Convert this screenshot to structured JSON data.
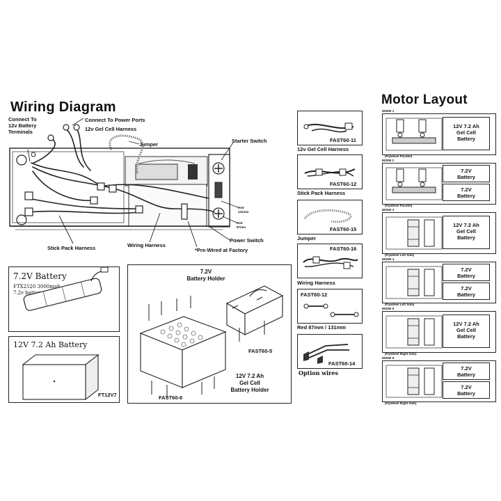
{
  "wiring": {
    "title": "Wiring Diagram",
    "labels": {
      "connect_battery": "Connect To\n12v Battery\nTerminals",
      "connect_power": "Connect To Power Ports",
      "gel_harness": "12v Gel Cell Harness",
      "jumper": "Jumper",
      "starter_switch": "Starter Switch",
      "red131": "Red\n131mm",
      "red87": "Red\n87mm",
      "power_switch": "Power Switch",
      "stick_pack": "Stick Pack Harness",
      "wiring_harness": "Wiring Harness",
      "prewired": "*Pre-Wired at Factory"
    }
  },
  "battery72": {
    "title": "7.2V Battery",
    "line1": "FTX2520 3000mah",
    "line2": "7.2v battery"
  },
  "battery12": {
    "title": "12V 7.2 Ah Battery",
    "code": "FT12V7"
  },
  "holder": {
    "title_72": "7.2V\nBattery Holder",
    "code5": "FAST60-5",
    "title_12": "12V 7.2 Ah\nGel Cell\nBattery Holder",
    "code6": "FAST60-6"
  },
  "parts": [
    {
      "code": "FAST60-11",
      "caption": "12v Gel Cell Harness"
    },
    {
      "code": "FAST60-12",
      "caption": "Stick Pack Harness"
    },
    {
      "code": "FAST60-15",
      "caption": "Jumper"
    },
    {
      "code": "FAST60-16",
      "caption": "Wiring Harness"
    },
    {
      "code": "FAST60-12",
      "caption": "Red 87mm / 131mm"
    },
    {
      "code": "FAST60-14",
      "caption": "Option wires"
    }
  ],
  "motor": {
    "title": "Motor Layout",
    "modes": [
      {
        "mode": "MODE 1",
        "note": "(Flywheel Parallel)",
        "battery": "12V 7.2 Ah\nGel Cell\nBattery",
        "type": "gel"
      },
      {
        "mode": "MODE 2",
        "note": "(Flywheel Parallel)",
        "battery": "7.2V\nBattery",
        "battery2": "7.2V\nBattery",
        "type": "stick"
      },
      {
        "mode": "MODE 3",
        "note": "(Flywheel Left Side)",
        "battery": "12V 7.2 Ah\nGel Cell\nBattery",
        "type": "gel"
      },
      {
        "mode": "MODE 4",
        "note": "(Flywheel Left Side)",
        "battery": "7.2V\nBattery",
        "battery2": "7.2V\nBattery",
        "type": "stick"
      },
      {
        "mode": "MODE 5",
        "note": "(Flywheel Right Side)",
        "battery": "12V 7.2 Ah\nGel Cell\nBattery",
        "type": "gel"
      },
      {
        "mode": "MODE 6",
        "note": "(Flywheel Right Side)",
        "battery": "7.2V\nBattery",
        "battery2": "7.2V\nBattery",
        "type": "stick"
      }
    ]
  }
}
